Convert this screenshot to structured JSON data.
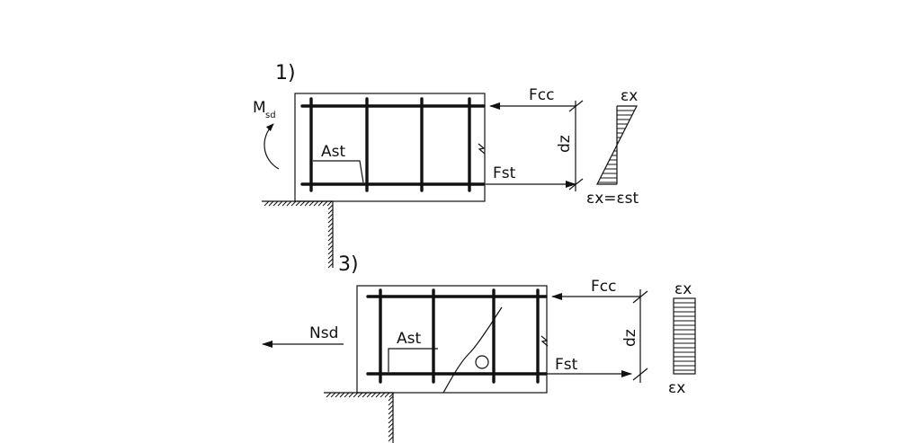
{
  "colors": {
    "ink": "#111111",
    "background": "#ffffff"
  },
  "diagram_1": {
    "number": "1)",
    "moment_main": "M",
    "moment_sub": "sd",
    "area_label": "Ast",
    "compression_force": "Fcc",
    "tension_force": "Fst",
    "lever_arm": "dz",
    "strain_top": "εx",
    "strain_bottom": "εx=εst"
  },
  "diagram_3": {
    "number": "3)",
    "axial_force": "Nsd",
    "area_label": "Ast",
    "compression_force": "Fcc",
    "tension_force": "Fst",
    "lever_arm": "dz",
    "strain_top": "εx",
    "strain_bottom": "εx"
  }
}
